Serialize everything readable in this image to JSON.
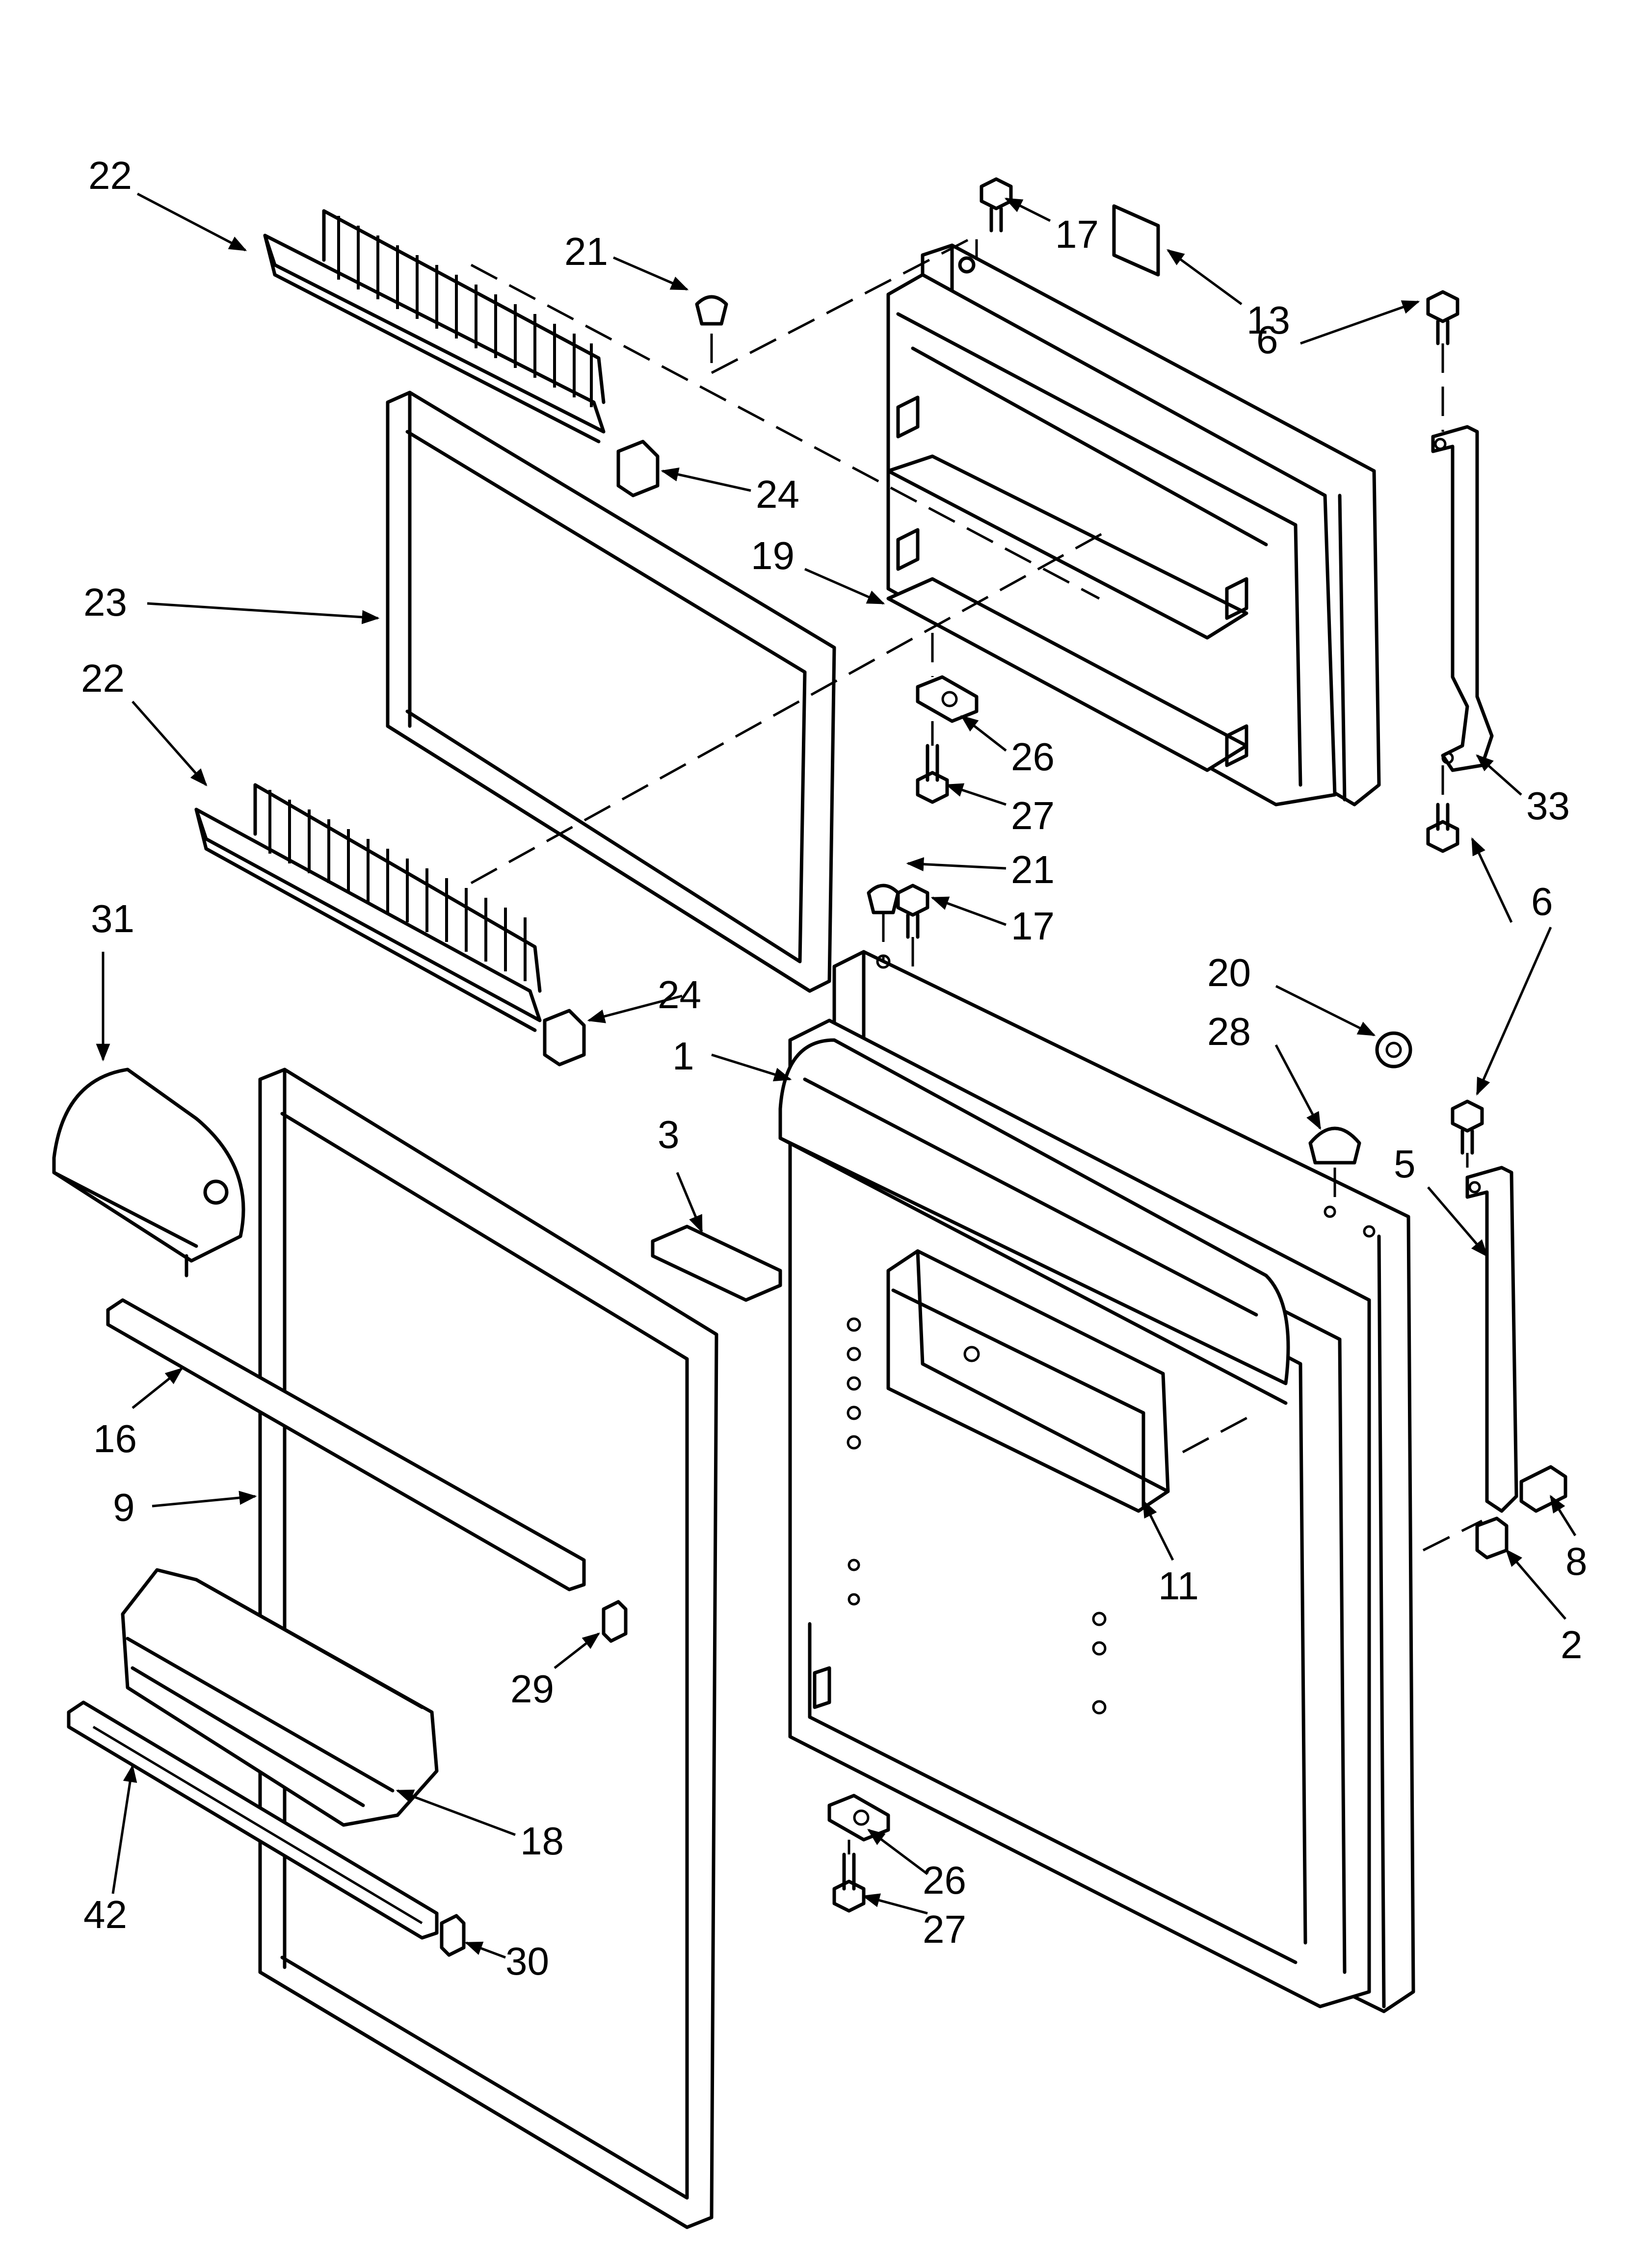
{
  "callouts": {
    "c22a": "22",
    "c21a": "21",
    "c17a": "17",
    "c13": "13",
    "c6a": "6",
    "c24a": "24",
    "c19": "19",
    "c23": "23",
    "c26a": "26",
    "c27a": "27",
    "c33": "33",
    "c22b": "22",
    "c21b": "21",
    "c17b": "17",
    "c6b": "6",
    "c31": "31",
    "c24b": "24",
    "c20": "20",
    "c28": "28",
    "c1": "1",
    "c3": "3",
    "c5": "5",
    "c16": "16",
    "c9": "9",
    "c11": "11",
    "c8": "8",
    "c2": "2",
    "c29": "29",
    "c18": "18",
    "c26b": "26",
    "c27b": "27",
    "c42": "42",
    "c30": "30"
  },
  "colors": {
    "ink": "#000000",
    "paper": "#ffffff"
  }
}
